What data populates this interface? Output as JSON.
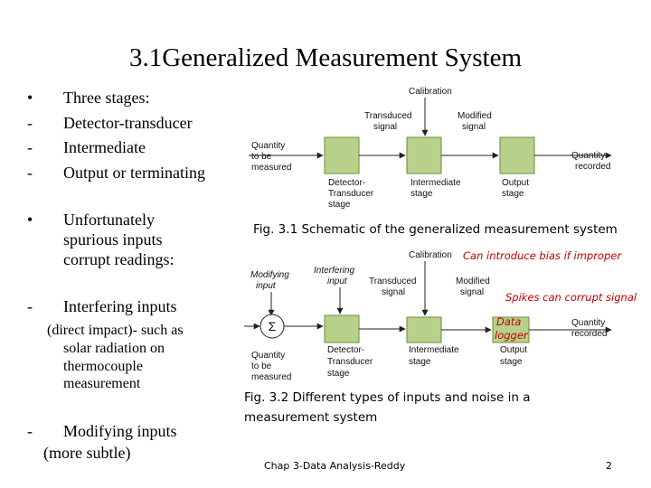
{
  "title": "3.1Generalized Measurement System",
  "bullets_top": [
    {
      "marker": "•",
      "text": "Three stages:"
    },
    {
      "marker": "-",
      "text": "Detector-transducer"
    },
    {
      "marker": "-",
      "text": "Intermediate"
    },
    {
      "marker": "-",
      "text": "Output or terminating"
    }
  ],
  "bullet_unfortunately": {
    "marker": "•",
    "lines": [
      "Unfortunately",
      "spurious inputs",
      "corrupt readings:"
    ]
  },
  "interfering": {
    "marker": "-",
    "text": "Interfering inputs",
    "detail": [
      "(direct impact)- such as",
      "solar radiation on",
      "thermocouple",
      "measurement"
    ]
  },
  "modifying": {
    "marker": "-",
    "text": "Modifying inputs",
    "detail": "(more subtle)"
  },
  "fig1": {
    "caption": "Fig. 3.1 Schematic of the generalized measurement system",
    "labels": {
      "calibration": "Calibration",
      "transduced": [
        "Transduced",
        "signal"
      ],
      "modified": [
        "Modified",
        "signal"
      ],
      "quantity_in": [
        "Quantity",
        "to be",
        "measured"
      ],
      "quantity_out": [
        "Quantity",
        "recorded"
      ],
      "detector": [
        "Detector-",
        "Transducer",
        "stage"
      ],
      "intermediate": [
        "Intermediate",
        "stage"
      ],
      "output": [
        "Output",
        "stage"
      ]
    }
  },
  "fig2": {
    "caption": [
      "Fig. 3.2 Different types of inputs and noise in a",
      "measurement system"
    ],
    "labels": {
      "calibration": "Calibration",
      "modifying": [
        "Modifying",
        "input"
      ],
      "interfering": [
        "Interfering",
        "input"
      ],
      "transduced": [
        "Transduced",
        "signal"
      ],
      "modified": [
        "Modified",
        "signal"
      ],
      "sigma": "Σ",
      "quantity_in": [
        "Quantity",
        "to be",
        "measured"
      ],
      "quantity_out": [
        "Quantity",
        "recorded"
      ],
      "detector": [
        "Detector-",
        "Transducer",
        "stage"
      ],
      "intermediate": [
        "Intermediate",
        "stage"
      ],
      "output": [
        "Output",
        "stage"
      ]
    },
    "annotations": {
      "bias": "Can introduce bias if improper",
      "spikes": "Spikes can corrupt signal",
      "logger": [
        "Data",
        "logger"
      ]
    }
  },
  "footer": {
    "source": "Chap 3-Data Analysis-Reddy",
    "page": "2"
  },
  "colors": {
    "annotation": "#c00000",
    "box_fill": "#b8d18a",
    "line": "#222222"
  }
}
